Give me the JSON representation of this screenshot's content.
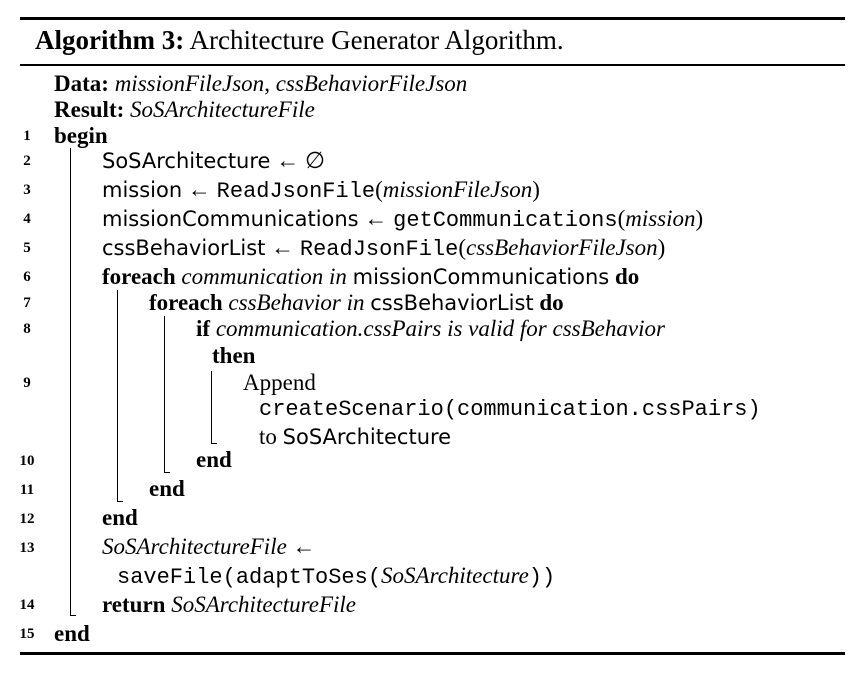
{
  "title": {
    "label": "Algorithm 3:",
    "text": "Architecture Generator Algorithm."
  },
  "header": {
    "data_label": "Data:",
    "data_inputs": [
      "missionFileJson",
      "cssBehaviorFileJson"
    ],
    "data_sep": ",",
    "result_label": "Result:",
    "result_value": "SoSArchitectureFile"
  },
  "line_numbers": [
    "1",
    "2",
    "3",
    "4",
    "5",
    "6",
    "7",
    "8",
    "9",
    "10",
    "11",
    "12",
    "13",
    "14",
    "15"
  ],
  "kw": {
    "begin": "begin",
    "end": "end",
    "foreach": "foreach",
    "in": "in",
    "do": "do",
    "if": "if",
    "then": "then",
    "return": "return"
  },
  "symbols": {
    "arrow": "←",
    "empty_set": "∅",
    "open_paren": "(",
    "close_paren": ")"
  },
  "code": {
    "l2_var": "SoSArchitecture",
    "l3_var": "mission",
    "l3_fn": "ReadJsonFile",
    "l3_arg": "missionFileJson",
    "l4_var": "missionCommunications",
    "l4_fn": "getCommunications",
    "l4_arg": "mission",
    "l5_var": "cssBehaviorList",
    "l5_fn": "ReadJsonFile",
    "l5_arg": "cssBehaviorFileJson",
    "l6_iter": "communication",
    "l6_coll": "missionCommunications",
    "l7_iter": "cssBehavior",
    "l7_coll": "cssBehaviorList",
    "l8_cond": "communication.cssPairs is valid for cssBehavior",
    "l9_append": "Append",
    "l9_call": "createScenario(communication.cssPairs)",
    "l9_to": "to",
    "l9_target": "SoSArchitecture",
    "l13_var": "SoSArchitectureFile",
    "l13_fn1": "saveFile(adaptToSes(",
    "l13_arg": "SoSArchitecture",
    "l13_close": "))",
    "l14_value": "SoSArchitectureFile"
  }
}
